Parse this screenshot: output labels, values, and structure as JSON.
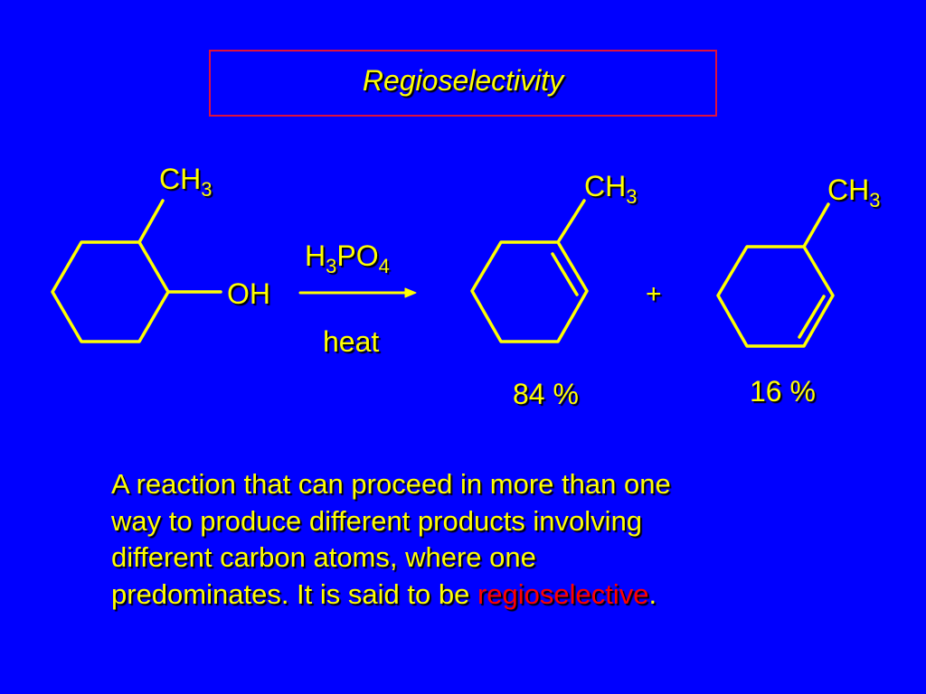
{
  "slide": {
    "title": "Regioselectivity",
    "background_color": "#0000ff",
    "text_color": "#ffff00",
    "highlight_color": "#ff0000",
    "title_border_color": "#e0113c"
  },
  "reaction": {
    "reactant": {
      "name": "2-methylcyclohexanol",
      "substituent_top": {
        "main": "CH",
        "sub": "3"
      },
      "substituent_right": "OH"
    },
    "reagent": {
      "parts": [
        {
          "main": "H",
          "sub": "3"
        },
        {
          "main": "PO",
          "sub": "4"
        }
      ]
    },
    "condition": "heat",
    "plus": "+",
    "products": [
      {
        "name": "1-methylcyclohexene",
        "substituent": {
          "main": "CH",
          "sub": "3"
        },
        "yield": "84 %"
      },
      {
        "name": "3-methylcyclohexene",
        "substituent": {
          "main": "CH",
          "sub": "3"
        },
        "yield": "16 %"
      }
    ]
  },
  "definition": {
    "lines": [
      "A reaction that can proceed in more than one",
      "way to produce different products involving",
      "different carbon atoms, where one",
      "predominates. It is said to be "
    ],
    "highlight_term": "regioselective",
    "end_punct": "."
  }
}
